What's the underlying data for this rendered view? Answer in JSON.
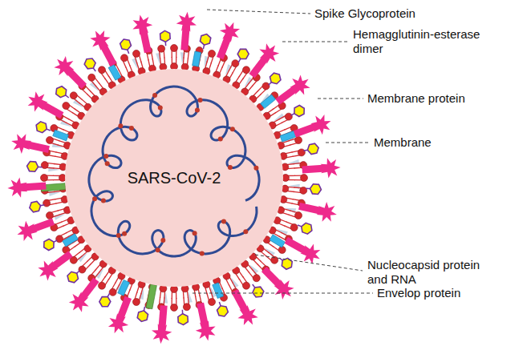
{
  "diagram": {
    "nodes": [
      {
        "text": [
          "SARS-CoV-2"
        ]
      }
    ],
    "labels": [
      "Spike Glycoprotein",
      "Hemagglutinin-esterase dimer",
      "Membrane protein",
      "Membrane",
      "Nucleocapsid protein and RNA",
      "Envelop protein"
    ]
  }
}
